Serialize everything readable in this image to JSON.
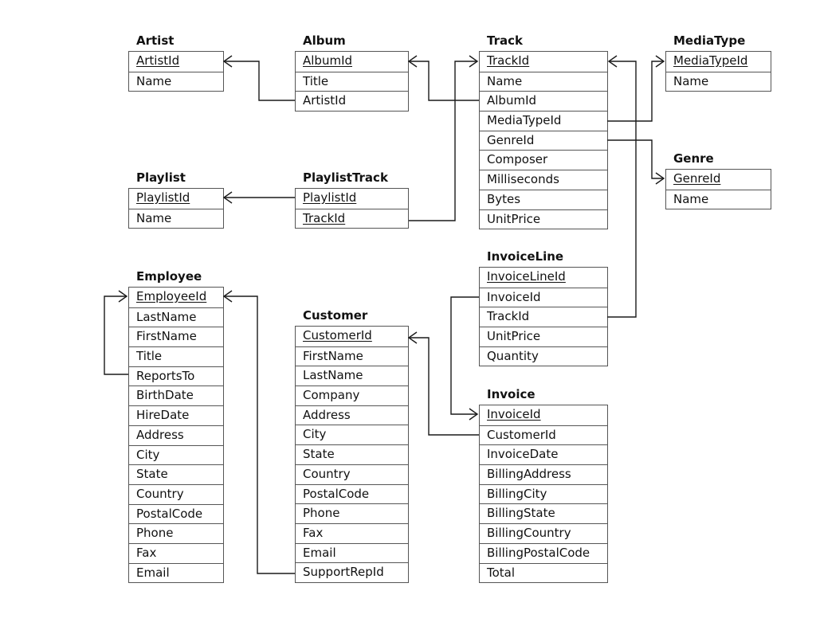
{
  "tables": {
    "artist": {
      "name": "Artist",
      "fields": [
        "ArtistId",
        "Name"
      ]
    },
    "album": {
      "name": "Album",
      "fields": [
        "AlbumId",
        "Title",
        "ArtistId"
      ]
    },
    "track": {
      "name": "Track",
      "fields": [
        "TrackId",
        "Name",
        "AlbumId",
        "MediaTypeId",
        "GenreId",
        "Composer",
        "Milliseconds",
        "Bytes",
        "UnitPrice"
      ]
    },
    "mediatype": {
      "name": "MediaType",
      "fields": [
        "MediaTypeId",
        "Name"
      ]
    },
    "genre": {
      "name": "Genre",
      "fields": [
        "GenreId",
        "Name"
      ]
    },
    "playlist": {
      "name": "Playlist",
      "fields": [
        "PlaylistId",
        "Name"
      ]
    },
    "playlisttrack": {
      "name": "PlaylistTrack",
      "fields": [
        "PlaylistId",
        "TrackId"
      ]
    },
    "invoiceline": {
      "name": "InvoiceLine",
      "fields": [
        "InvoiceLineId",
        "InvoiceId",
        "TrackId",
        "UnitPrice",
        "Quantity"
      ]
    },
    "employee": {
      "name": "Employee",
      "fields": [
        "EmployeeId",
        "LastName",
        "FirstName",
        "Title",
        "ReportsTo",
        "BirthDate",
        "HireDate",
        "Address",
        "City",
        "State",
        "Country",
        "PostalCode",
        "Phone",
        "Fax",
        "Email"
      ]
    },
    "customer": {
      "name": "Customer",
      "fields": [
        "CustomerId",
        "FirstName",
        "LastName",
        "Company",
        "Address",
        "City",
        "State",
        "Country",
        "PostalCode",
        "Phone",
        "Fax",
        "Email",
        "SupportRepId"
      ]
    },
    "invoice": {
      "name": "Invoice",
      "fields": [
        "InvoiceId",
        "CustomerId",
        "InvoiceDate",
        "BillingAddress",
        "BillingCity",
        "BillingState",
        "BillingCountry",
        "BillingPostalCode",
        "Total"
      ]
    }
  },
  "relationships": [
    {
      "from": "album.ArtistId",
      "to": "artist.ArtistId"
    },
    {
      "from": "track.AlbumId",
      "to": "album.AlbumId"
    },
    {
      "from": "track.MediaTypeId",
      "to": "mediatype.MediaTypeId"
    },
    {
      "from": "track.GenreId",
      "to": "genre.GenreId"
    },
    {
      "from": "playlisttrack.PlaylistId",
      "to": "playlist.PlaylistId"
    },
    {
      "from": "playlisttrack.TrackId",
      "to": "track.TrackId"
    },
    {
      "from": "invoiceline.TrackId",
      "to": "track.TrackId"
    },
    {
      "from": "invoiceline.InvoiceId",
      "to": "invoice.InvoiceId"
    },
    {
      "from": "invoice.CustomerId",
      "to": "customer.CustomerId"
    },
    {
      "from": "customer.SupportRepId",
      "to": "employee.EmployeeId"
    },
    {
      "from": "employee.ReportsTo",
      "to": "employee.EmployeeId"
    }
  ]
}
